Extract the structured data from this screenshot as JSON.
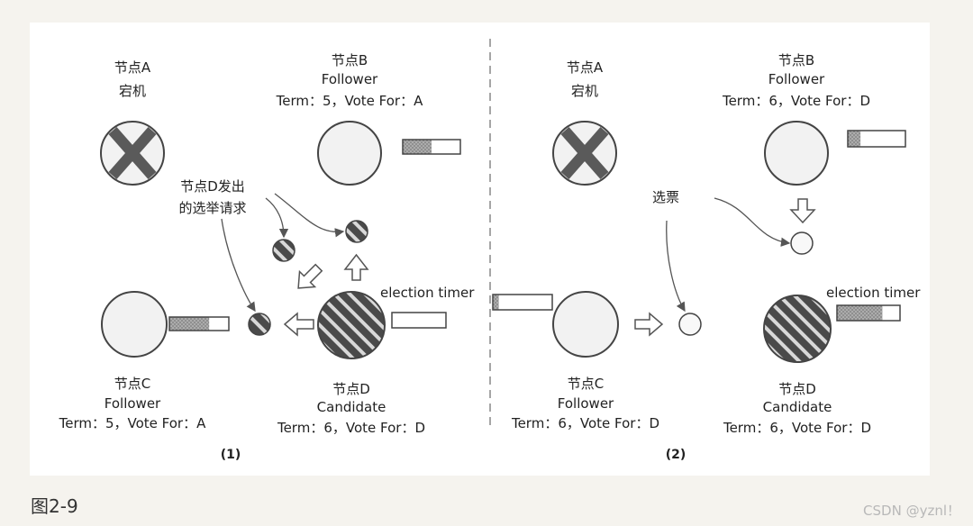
{
  "panel1": {
    "nodeA": {
      "name": "节点A",
      "status": "宕机"
    },
    "nodeB": {
      "name": "节点B",
      "role": "Follower",
      "info": "Term：5，Vote For：A"
    },
    "nodeC": {
      "name": "节点C",
      "role": "Follower",
      "info": "Term：5，Vote For：A"
    },
    "nodeD": {
      "name": "节点D",
      "role": "Candidate",
      "info": "Term：6，Vote For：D"
    },
    "annotation_line1": "节点D发出",
    "annotation_line2": "的选举请求",
    "timer_label": "election timer",
    "subfig": "(1)"
  },
  "panel2": {
    "nodeA": {
      "name": "节点A",
      "status": "宕机"
    },
    "nodeB": {
      "name": "节点B",
      "role": "Follower",
      "info": "Term：6，Vote For：D"
    },
    "nodeC": {
      "name": "节点C",
      "role": "Follower",
      "info": "Term：6，Vote For：D"
    },
    "nodeD": {
      "name": "节点D",
      "role": "Candidate",
      "info": "Term：6，Vote For：D"
    },
    "vote_label": "选票",
    "timer_label": "election timer",
    "subfig": "(2)"
  },
  "caption": "图2-9",
  "watermark": "CSDN @yznl！",
  "colors": {
    "timer_fill": "#9a9a9a",
    "node_fill": "#f2f2f2",
    "stroke": "#444444",
    "background": "#f5f3ee",
    "panel": "#ffffff"
  },
  "timers": {
    "panel1_nodeB": 0.5,
    "panel1_nodeC": 0.67,
    "panel1_nodeD": 0,
    "panel2_nodeB": 0.22,
    "panel2_nodeC": 0.1,
    "panel2_nodeD": 0.72
  }
}
